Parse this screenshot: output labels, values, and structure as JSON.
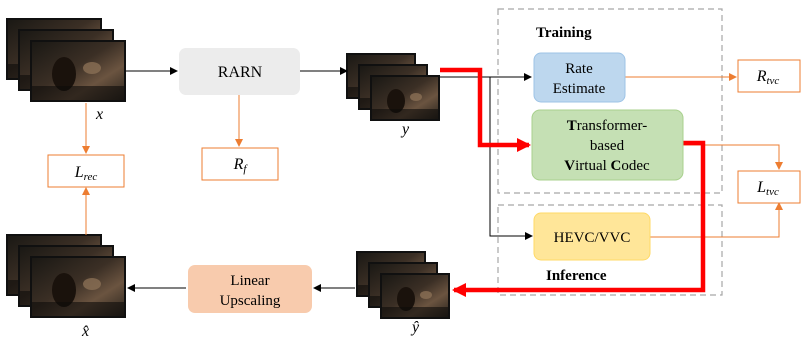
{
  "labels": {
    "x": "x",
    "y": "y",
    "y_hat": "ŷ",
    "x_hat": "x̂",
    "rarn": "RARN",
    "rate_estimate_line1": "Rate",
    "rate_estimate_line2": "Estimate",
    "tvc_line1_bold": "T",
    "tvc_line1_rest": "ransformer-",
    "tvc_line2": "based",
    "tvc_line3_b1": "V",
    "tvc_line3_r1": "irtual ",
    "tvc_line3_b2": "C",
    "tvc_line3_r2": "odec",
    "hevc": "HEVC/VVC",
    "upscale_line1": "Linear",
    "upscale_line2": "Upscaling",
    "training": "Training",
    "inference": "Inference",
    "l_rec_main": "L",
    "l_rec_sub": "rec",
    "r_f_main": "R",
    "r_f_sub": "f",
    "r_tvc_main": "R",
    "r_tvc_sub": "tvc",
    "l_tvc_main": "L",
    "l_tvc_sub": "tvc"
  },
  "colors": {
    "rarn_fill": "#ececec",
    "rate_fill": "#bdd7ee",
    "rate_stroke": "#9dc3e6",
    "tvc_fill": "#c5e0b4",
    "tvc_stroke": "#a9d18e",
    "hevc_fill": "#ffe699",
    "hevc_stroke": "#ffd966",
    "upscale_fill": "#f8cbad",
    "orange": "#ed7d31",
    "red": "#ff0000",
    "dashed": "#a6a6a6",
    "black": "#000000"
  }
}
